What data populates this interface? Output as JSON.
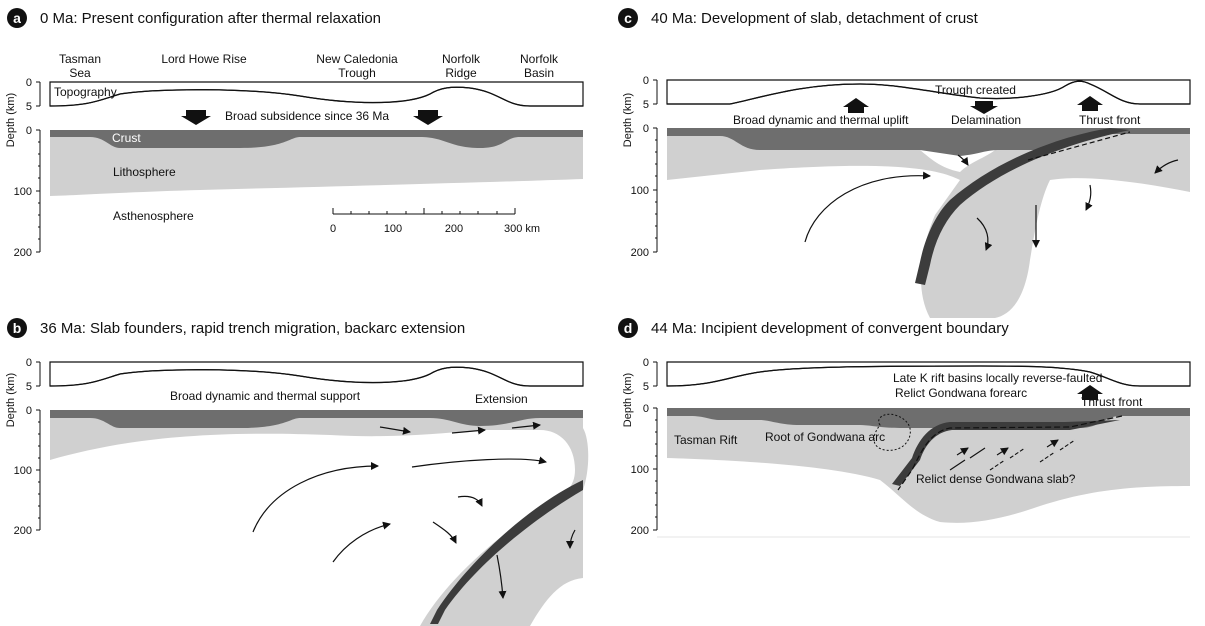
{
  "panels": {
    "a": {
      "letter": "a",
      "title": "0 Ma: Present configuration after thermal relaxation",
      "places": [
        "Tasman",
        "Sea",
        "Lord Howe Rise",
        "New Caledonia",
        "Trough",
        "Norfolk",
        "Ridge",
        "Norfolk",
        "Basin"
      ],
      "topography": "Topography",
      "subsidence": "Broad subsidence since 36 Ma",
      "crust": "Crust",
      "lithosphere": "Lithosphere",
      "asthenosphere": "Asthenosphere",
      "scale": [
        "0",
        "100",
        "200",
        "300 km"
      ]
    },
    "b": {
      "letter": "b",
      "title": "36 Ma: Slab founders, rapid trench migration, backarc extension",
      "support": "Broad dynamic and thermal support",
      "extension": "Extension"
    },
    "c": {
      "letter": "c",
      "title": "40 Ma: Development of slab, detachment of crust",
      "trough": "Trough created",
      "uplift": "Broad dynamic and thermal uplift",
      "delamination": "Delamination",
      "thrust": "Thrust front"
    },
    "d": {
      "letter": "d",
      "title": "44 Ma: Incipient development of convergent boundary",
      "rift_basins": "Late K rift basins locally reverse-faulted",
      "forearc": "Relict Gondwana forearc",
      "thrust": "Thrust front",
      "tasman_rift": "Tasman Rift",
      "root": "Root of Gondwana arc",
      "slab": "Relict dense Gondwana slab?"
    }
  },
  "axis": {
    "depth_label": "Depth (km)",
    "topo_ticks": [
      "0",
      "5"
    ],
    "depth_ticks": [
      "0",
      "100",
      "200"
    ]
  },
  "colors": {
    "crust": "#6e6e6e",
    "lithosphere": "#d0d0d0",
    "slab": "#3c3c3c",
    "ink": "#111111"
  }
}
